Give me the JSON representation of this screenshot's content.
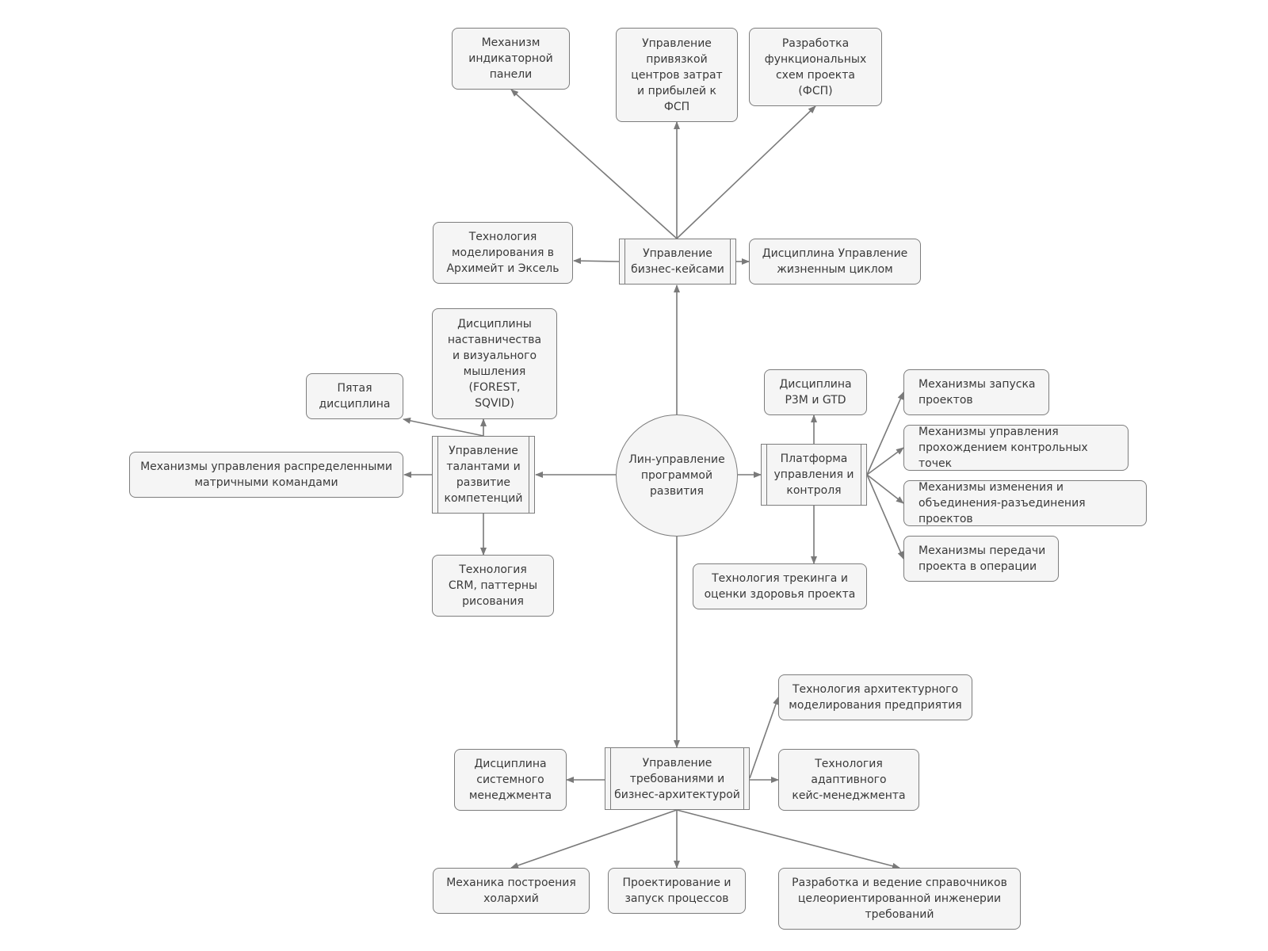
{
  "nodes": {
    "center": "Лин-управление\nпрограммой\nразвития",
    "business_cases": "Управление\nбизнес-кейсами",
    "talents": "Управление\nталантами и\nразвитие\nкомпетенций",
    "platform": "Платформа\nуправления и\nконтроля",
    "requirements": "Управление\nтребованиями и\nбизнес-архитектурой",
    "dashboard": "Механизм\nиндикаторной\nпанели",
    "cost_centers": "Управление\nпривязкой\nцентров затрат\nи прибылей к\nФСП",
    "fsp": "Разработка\nфункциональных\nсхем проекта\n(ФСП)",
    "archimate": "Технология\nмоделирования в\nАрхимейт и Эксель",
    "lifecycle": "Дисциплина Управление\nжизненным циклом",
    "mentoring": "Дисциплины\nнаставничества\nи визуального\nмышления\n(FOREST,\nSQVID)",
    "fifth": "Пятая\nдисциплина",
    "matrix_teams": "Механизмы управления распределенными\nматричными командами",
    "crm": "Технология\nCRM, паттерны\nрисования",
    "p3m": "Дисциплина\nP3M и GTD",
    "launch": "Механизмы запуска\nпроектов",
    "checkpoints": "Механизмы управления\nпрохождением контрольных точек",
    "merge": "Механизмы изменения и\nобъединения-разъединения проектов",
    "transfer": "Механизмы передачи\nпроекта в операции",
    "tracking": "Технология трекинга и\nоценки здоровья проекта",
    "enterprise_arch": "Технология архитектурного\nмоделирования предприятия",
    "adaptive": "Технология\nадаптивного\nкейс-менеджмента",
    "system_mgmt": "Дисциплина\nсистемного\nменеджмента",
    "holarchy": "Механика построения\nхолархий",
    "processes": "Проектирование и\nзапуск процессов",
    "reference": "Разработка и ведение справочников\nцелеориентированной инженерии\nтребований"
  },
  "colors": {
    "node_fill": "#f5f5f5",
    "node_stroke": "#7d7d7d",
    "edge": "#7a7a7a",
    "text": "#3a3a3a"
  }
}
